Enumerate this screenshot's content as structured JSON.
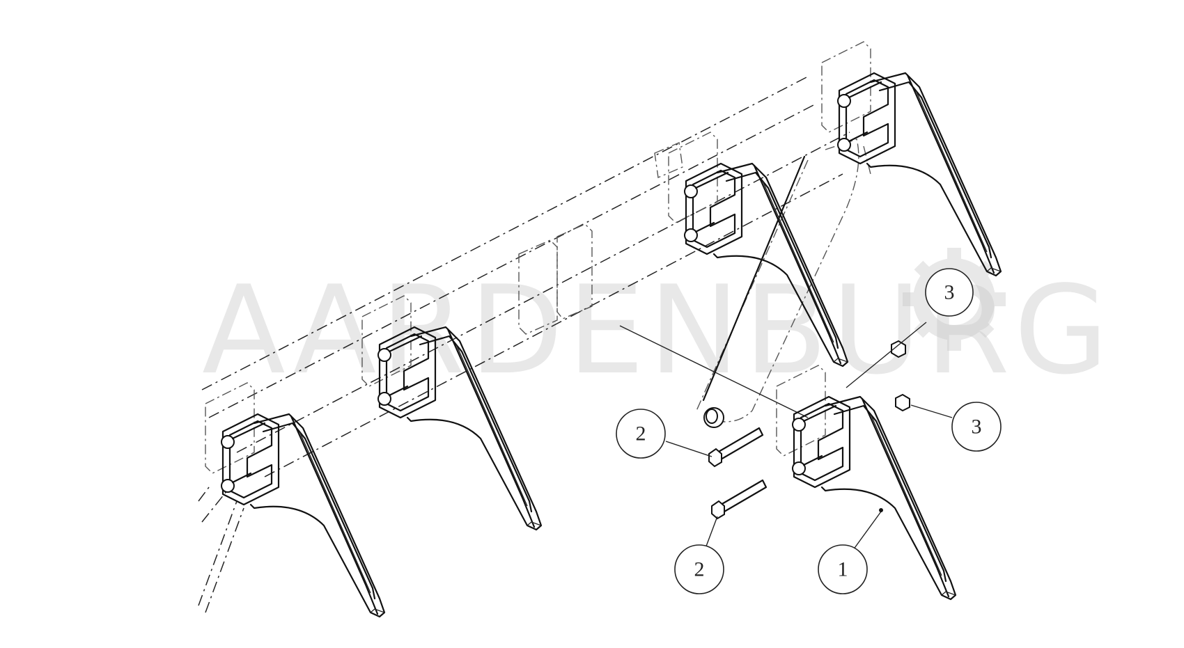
{
  "watermark": {
    "text": "AARDENBURG"
  },
  "callouts": [
    {
      "id": "callout-3-top",
      "label": "3"
    },
    {
      "id": "callout-3-right",
      "label": "3"
    },
    {
      "id": "callout-2-upper",
      "label": "2"
    },
    {
      "id": "callout-2-lower",
      "label": "2"
    },
    {
      "id": "callout-1",
      "label": "1"
    }
  ],
  "colors": {
    "line": "#111111",
    "watermark": "#c9c9c9",
    "background": "#ffffff"
  },
  "icons": {
    "watermark_gear": "gear-icon"
  }
}
